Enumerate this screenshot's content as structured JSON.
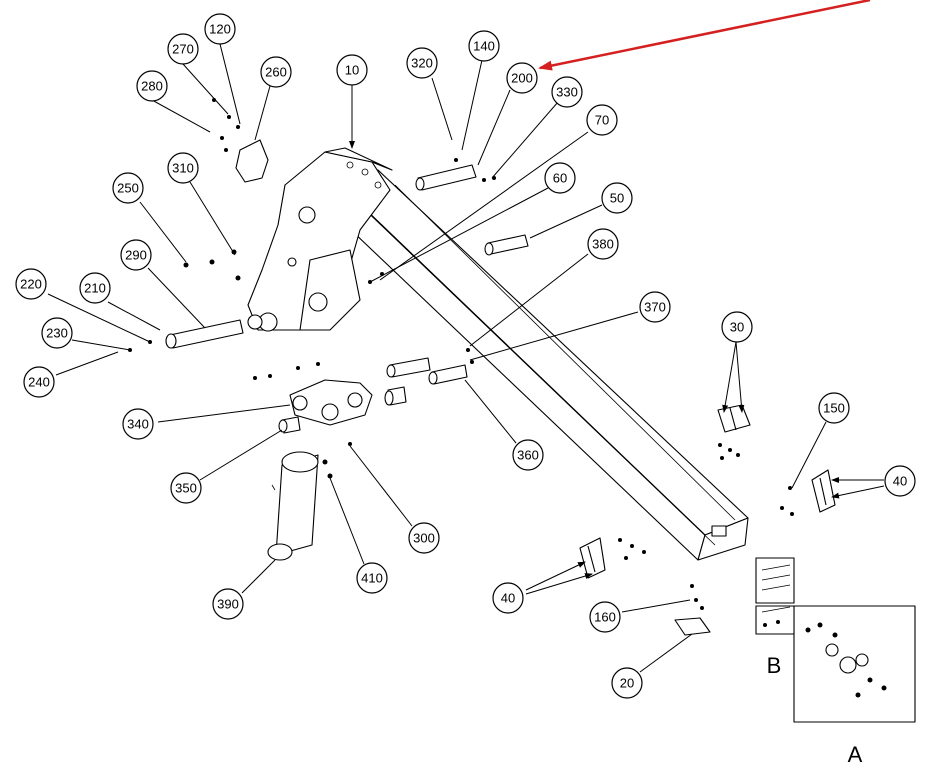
{
  "callouts": [
    {
      "id": "c10",
      "label": "10"
    },
    {
      "id": "c120",
      "label": "120"
    },
    {
      "id": "c270",
      "label": "270"
    },
    {
      "id": "c260",
      "label": "260"
    },
    {
      "id": "c280",
      "label": "280"
    },
    {
      "id": "c310",
      "label": "310"
    },
    {
      "id": "c250",
      "label": "250"
    },
    {
      "id": "c290",
      "label": "290"
    },
    {
      "id": "c220",
      "label": "220"
    },
    {
      "id": "c210",
      "label": "210"
    },
    {
      "id": "c230",
      "label": "230"
    },
    {
      "id": "c240",
      "label": "240"
    },
    {
      "id": "c320",
      "label": "320"
    },
    {
      "id": "c140",
      "label": "140"
    },
    {
      "id": "c200",
      "label": "200"
    },
    {
      "id": "c330",
      "label": "330"
    },
    {
      "id": "c70",
      "label": "70"
    },
    {
      "id": "c60",
      "label": "60"
    },
    {
      "id": "c50",
      "label": "50"
    },
    {
      "id": "c380",
      "label": "380"
    },
    {
      "id": "c370",
      "label": "370"
    },
    {
      "id": "c360",
      "label": "360"
    },
    {
      "id": "c340",
      "label": "340"
    },
    {
      "id": "c350",
      "label": "350"
    },
    {
      "id": "c300",
      "label": "300"
    },
    {
      "id": "c410",
      "label": "410"
    },
    {
      "id": "c390",
      "label": "390"
    },
    {
      "id": "c30",
      "label": "30"
    },
    {
      "id": "c150",
      "label": "150"
    },
    {
      "id": "c40a",
      "label": "40"
    },
    {
      "id": "c40b",
      "label": "40"
    },
    {
      "id": "c160",
      "label": "160"
    },
    {
      "id": "c20",
      "label": "20"
    }
  ],
  "detail_labels": {
    "a": "A",
    "b": "B"
  },
  "colors": {
    "line": "#000000",
    "arrow": "#d42020",
    "background": "#ffffff"
  }
}
